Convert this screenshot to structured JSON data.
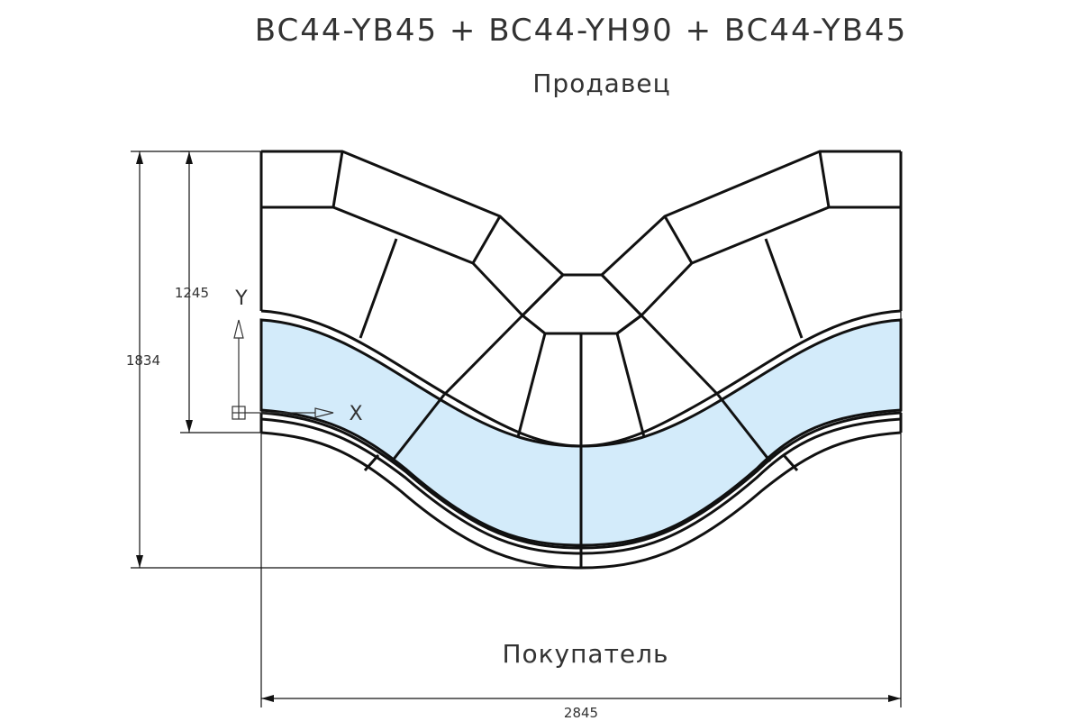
{
  "title": "BC44-YB45 + BC44-YH90 + BC44-YB45",
  "top_label": "Продавец",
  "bottom_label": "Покупатель",
  "dimensions": {
    "height_inner": "1245",
    "height_total": "1834",
    "width_total": "2845"
  },
  "axes": {
    "x": "X",
    "y": "Y"
  },
  "colors": {
    "glass": "#d3ebfa",
    "line": "#111111",
    "text": "#333333"
  }
}
